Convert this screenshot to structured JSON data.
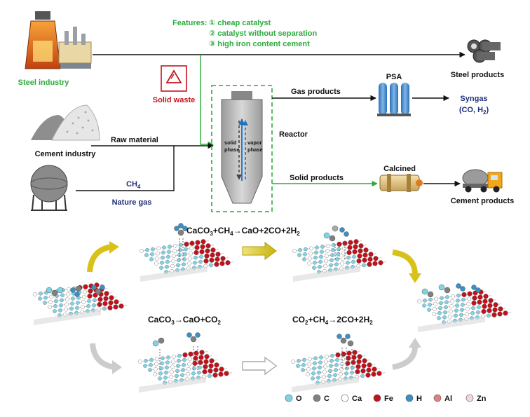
{
  "process": {
    "features_title": "Features:",
    "features": [
      "① cheap catalyst",
      "② catalyst without separation",
      "③ high iron content cement"
    ],
    "steel_industry": "Steel industry",
    "solid_waste": "Solid waste",
    "cement_industry": "Cement industry",
    "raw_material": "Raw material",
    "ch4": "CH",
    "ch4_sub": "4",
    "nature_gas": "Nature gas",
    "reactor": "Reactor",
    "solid_phase_1": "solid",
    "solid_phase_2": "phase",
    "vapor_phase_1": "vapor",
    "vapor_phase_2": "phase",
    "gas_products": "Gas products",
    "solid_products": "Solid products",
    "psa": "PSA",
    "syngas_1": "Syngas",
    "syngas_2": "(CO, H",
    "syngas_sub": "2",
    "syngas_end": ")",
    "calcined": "Calcined",
    "steel_products": "Steel products",
    "cement_products": "Cement products"
  },
  "mechanism": {
    "eq_top": {
      "a": "CaCO",
      "a_sub": "3",
      "b": "+CH",
      "b_sub": "4",
      "c": "→CaO+2CO+2H",
      "c_sub": "2"
    },
    "eq_left": {
      "a": "CaCO",
      "a_sub": "3",
      "b": "→CaO+CO",
      "b_sub": "2"
    },
    "eq_right": {
      "a": "CO",
      "a_sub": "2",
      "b": "+CH",
      "b_sub": "4",
      "c": "→2CO+2H",
      "c_sub": "2"
    }
  },
  "legend": [
    {
      "label": "O",
      "color": "#7fd3e6"
    },
    {
      "label": "C",
      "color": "#808080"
    },
    {
      "label": "Ca",
      "color": "#ffffff"
    },
    {
      "label": "Fe",
      "color": "#c0121c"
    },
    {
      "label": "H",
      "color": "#3a8fc4"
    },
    {
      "label": "Al",
      "color": "#e08080"
    },
    {
      "label": "Zn",
      "color": "#f1d7df"
    }
  ],
  "colors": {
    "green_accent": "#2bab3c",
    "red_accent": "#c4161c",
    "navy_text": "#1f2f7a",
    "reactor_body": "#b8b8b8",
    "arrow_yellow": "#d8c21a",
    "arrow_gray": "#c8c8c8"
  }
}
